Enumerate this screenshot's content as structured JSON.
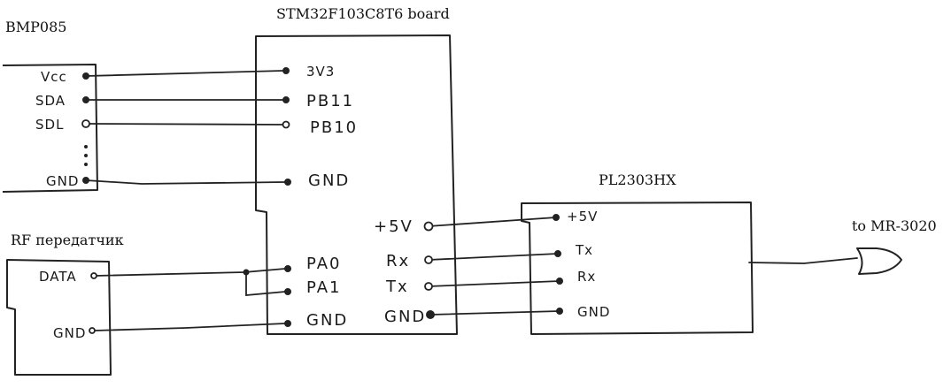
{
  "titles": {
    "bmp": "BMP085",
    "stm": "STM32F103C8T6 board",
    "pl": "PL2303HX",
    "rf": "RF передатчик",
    "mr": "to MR-3020"
  },
  "bmp_pins": {
    "vcc": "Vcc",
    "sda": "SDA",
    "sdl": "SDL",
    "gnd": "GND"
  },
  "stm_pins": {
    "v33": "3V3",
    "pb11": "PB11",
    "pb10": "PB10",
    "gnd_top": "GND",
    "p5v": "+5V",
    "pa0": "PA0",
    "pa1": "PA1",
    "gnd_bottom": "GND",
    "rx": "Rx",
    "tx": "Tx",
    "gnd_right": "GND"
  },
  "pl_pins": {
    "p5v": "+5V",
    "tx": "Tx",
    "rx": "Rx",
    "gnd": "GND"
  },
  "rf_pins": {
    "data": "DATA",
    "gnd": "GND"
  }
}
